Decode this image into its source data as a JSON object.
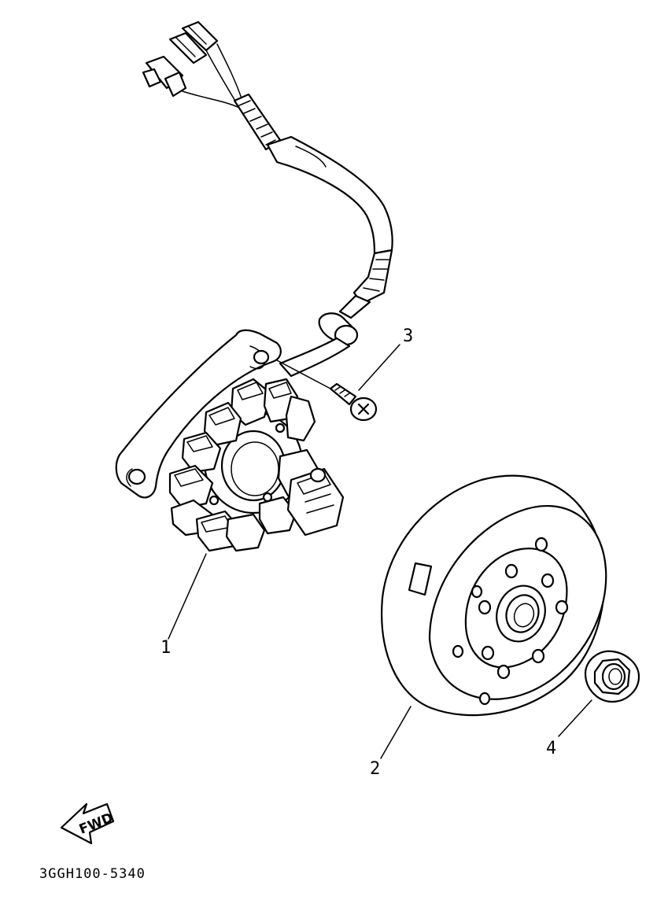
{
  "callouts": {
    "stator": "1",
    "rotor": "2",
    "screw": "3",
    "nut": "4"
  },
  "direction_label": "FWD",
  "drawing_number": "3GGH100-5340",
  "colors": {
    "ink": "#000000",
    "paper": "#ffffff"
  }
}
